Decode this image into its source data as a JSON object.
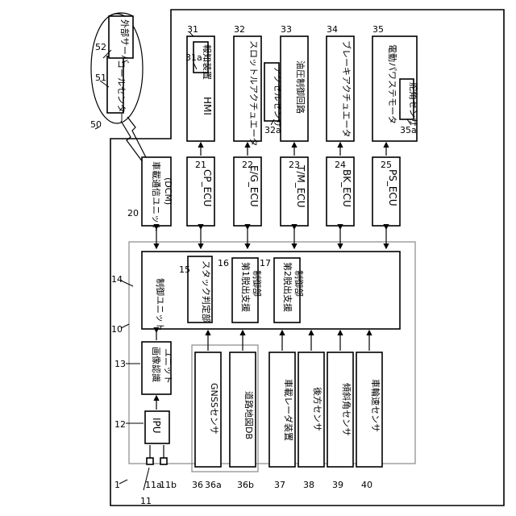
{
  "labels": {
    "system": "1",
    "vehicle": "10",
    "cam_group": "11",
    "cam_a": "11a",
    "cam_b": "11b",
    "ipu": "12",
    "image_unit": "13",
    "control_unit": "14",
    "stack": "15",
    "assist1": "16",
    "assist2": "17",
    "dcm": "20",
    "cp_ecu": "21",
    "eg_ecu": "22",
    "tm_ecu": "23",
    "bk_ecu": "24",
    "ps_ecu": "25",
    "hmi": "31",
    "notify": "31a",
    "throttle": "32",
    "accel": "32a",
    "hydraulic": "33",
    "brake": "34",
    "eps": "35",
    "steer": "35a",
    "gnss": "36",
    "gnss_a": "36a",
    "roaddb_b": "36b",
    "radar": "37",
    "rear": "38",
    "tilt": "39",
    "wheel": "40",
    "external": "50",
    "call_center": "51",
    "server": "52"
  },
  "text": {
    "call_center": "コールセンター",
    "server": "外部サーバ",
    "hmi": "HMI",
    "notify": "報知装置",
    "throttle": "スロットルアクチュエータ",
    "accel": "アクセルセンサ",
    "hydraulic": "油圧制御回路",
    "brake": "ブレーキアクチュエータ",
    "eps": "電動パワステモータ",
    "steer": "舵角センサ",
    "dcm_1": "車載通信ユニット",
    "dcm_2": "(DCM)",
    "cp_ecu": "CP_ECU",
    "eg_ecu": "E/G_ECU",
    "tm_ecu": "T/M_ECU",
    "bk_ecu": "BK_ECU",
    "ps_ecu": "PS_ECU",
    "control_unit": "制御ユニット",
    "stack": "スタック判定部",
    "assist1_1": "第1脱出支援",
    "assist1_2": "制御部",
    "assist2_1": "第2脱出支援",
    "assist2_2": "制御部",
    "image_1": "画像認識",
    "image_2": "ユニット",
    "ipu": "IPU",
    "gnss": "GNSSセンサ",
    "roaddb": "道路地図DB",
    "radar": "車載レーダ装置",
    "rear": "後方センサ",
    "tilt": "傾斜角センサ",
    "wheel": "車輪速センサ"
  }
}
